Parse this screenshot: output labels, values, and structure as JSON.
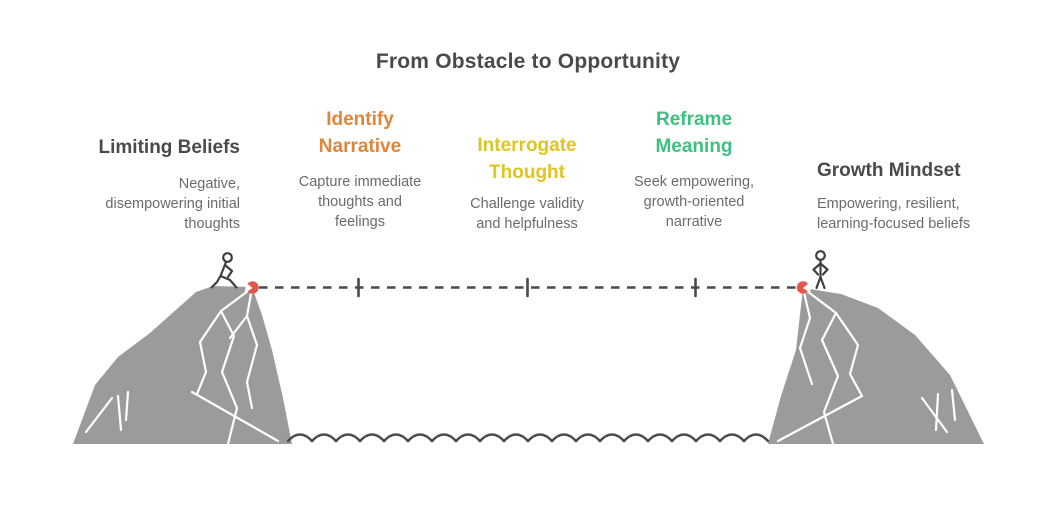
{
  "title": "From Obstacle to Opportunity",
  "columns": [
    {
      "label": "Limiting Beliefs",
      "description": "Negative,\ndisempowering initial\nthoughts",
      "color": "#4a4a4a"
    },
    {
      "label": "Identify\nNarrative",
      "description": "Capture immediate\nthoughts and\nfeelings",
      "color": "#e0863c"
    },
    {
      "label": "Interrogate\nThought",
      "description": "Challenge validity\nand helpfulness",
      "color": "#ddc522"
    },
    {
      "label": "Reframe\nMeaning",
      "description": "Seek empowering,\ngrowth-oriented\nnarrative",
      "color": "#3ec081"
    },
    {
      "label": "Growth Mindset",
      "description": "Empowering, resilient,\nlearning-focused beliefs",
      "color": "#4a4a4a"
    }
  ],
  "graphic": {
    "cliff_color": "#9b9b9b",
    "rope_color": "#4a4a4a",
    "marker_color": "#e2584a",
    "water_color": "#4d4d4d",
    "figure_color": "#3f3f3f",
    "left_figure": "walking stick figure on left cliff",
    "right_figure": "standing stick figure on right cliff"
  }
}
